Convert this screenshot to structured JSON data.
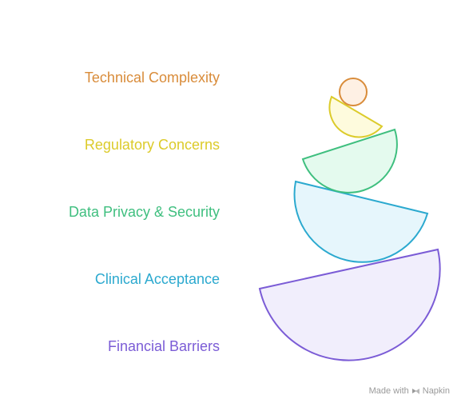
{
  "diagram": {
    "layers": [
      {
        "label": "Technical Complexity",
        "color": "#D98C3A",
        "fill": "#FEF0E4"
      },
      {
        "label": "Regulatory Concerns",
        "color": "#DCCB2A",
        "fill": "#FEFBDD"
      },
      {
        "label": "Data Privacy & Security",
        "color": "#3FBF7F",
        "fill": "#E4FAEE"
      },
      {
        "label": "Clinical Acceptance",
        "color": "#2BA9CF",
        "fill": "#E6F6FC"
      },
      {
        "label": "Financial Barriers",
        "color": "#7B5CD6",
        "fill": "#F1EEFC"
      }
    ]
  },
  "watermark": {
    "prefix": "Made with",
    "brand": "Napkin",
    "icon": "napkin-logo-icon"
  }
}
